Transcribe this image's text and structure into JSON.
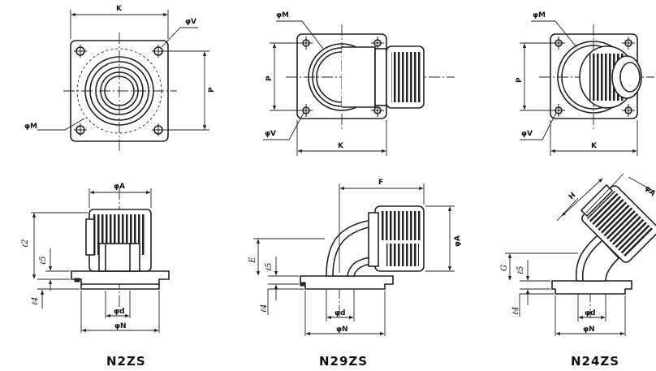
{
  "n2zs": {
    "name": "N2ZS",
    "top": {
      "K": "K",
      "V": "φV",
      "P": "P",
      "M": "φM"
    },
    "side": {
      "A": "φA",
      "l2": "ℓ2",
      "l5": "ℓ5",
      "l4": "ℓ4",
      "d": "φd",
      "N": "φN"
    }
  },
  "n29zs": {
    "name": "N29ZS",
    "top": {
      "M": "φM",
      "P": "P",
      "V": "φV",
      "K": "K"
    },
    "side": {
      "F": "F",
      "A": "φA",
      "E": "E",
      "l5": "ℓ5",
      "l4": "ℓ4",
      "d": "φd",
      "N": "φN"
    }
  },
  "n24zs": {
    "name": "N24ZS",
    "top": {
      "M": "φM",
      "P": "P",
      "V": "φV",
      "K": "K"
    },
    "side": {
      "H": "H",
      "A": "φA",
      "G": "G",
      "l5": "ℓ5",
      "l4": "ℓ4",
      "d": "φd",
      "N": "φN"
    }
  }
}
